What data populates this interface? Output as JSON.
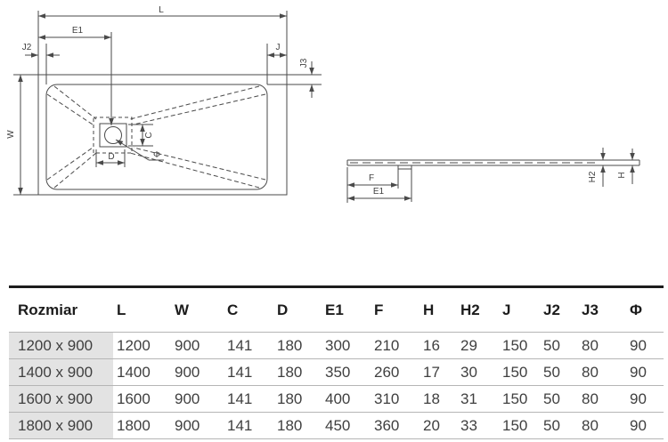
{
  "diagram_top_view": {
    "labels": {
      "length": "L",
      "drain_offset": "E1",
      "j2": "J2",
      "j": "J",
      "j3": "J3",
      "width": "W",
      "c": "C",
      "d": "D",
      "diameter": "Φ"
    }
  },
  "diagram_side_view": {
    "labels": {
      "f": "F",
      "e1": "E1",
      "h2": "H2",
      "h": "H"
    }
  },
  "table": {
    "columns": [
      "Rozmiar",
      "L",
      "W",
      "C",
      "D",
      "E1",
      "F",
      "H",
      "H2",
      "J",
      "J2",
      "J3",
      "Φ"
    ],
    "rows": [
      {
        "label": "1200 x 900",
        "values": [
          1200,
          900,
          141,
          180,
          300,
          210,
          16,
          29,
          150,
          50,
          80,
          90
        ]
      },
      {
        "label": "1400 x 900",
        "values": [
          1400,
          900,
          141,
          180,
          350,
          260,
          17,
          30,
          150,
          50,
          80,
          90
        ]
      },
      {
        "label": "1600 x 900",
        "values": [
          1600,
          900,
          141,
          180,
          400,
          310,
          18,
          31,
          150,
          50,
          80,
          90
        ]
      },
      {
        "label": "1800 x 900",
        "values": [
          1800,
          900,
          141,
          180,
          450,
          360,
          20,
          33,
          150,
          50,
          80,
          90
        ]
      }
    ]
  },
  "colors": {
    "drawing_line": "#4a4a4a",
    "drawing_text": "#3f3f3f",
    "table_top_border": "#1c1c1c",
    "row_separator": "#b5b5b5",
    "size_column_bg": "#e3e3e3"
  }
}
